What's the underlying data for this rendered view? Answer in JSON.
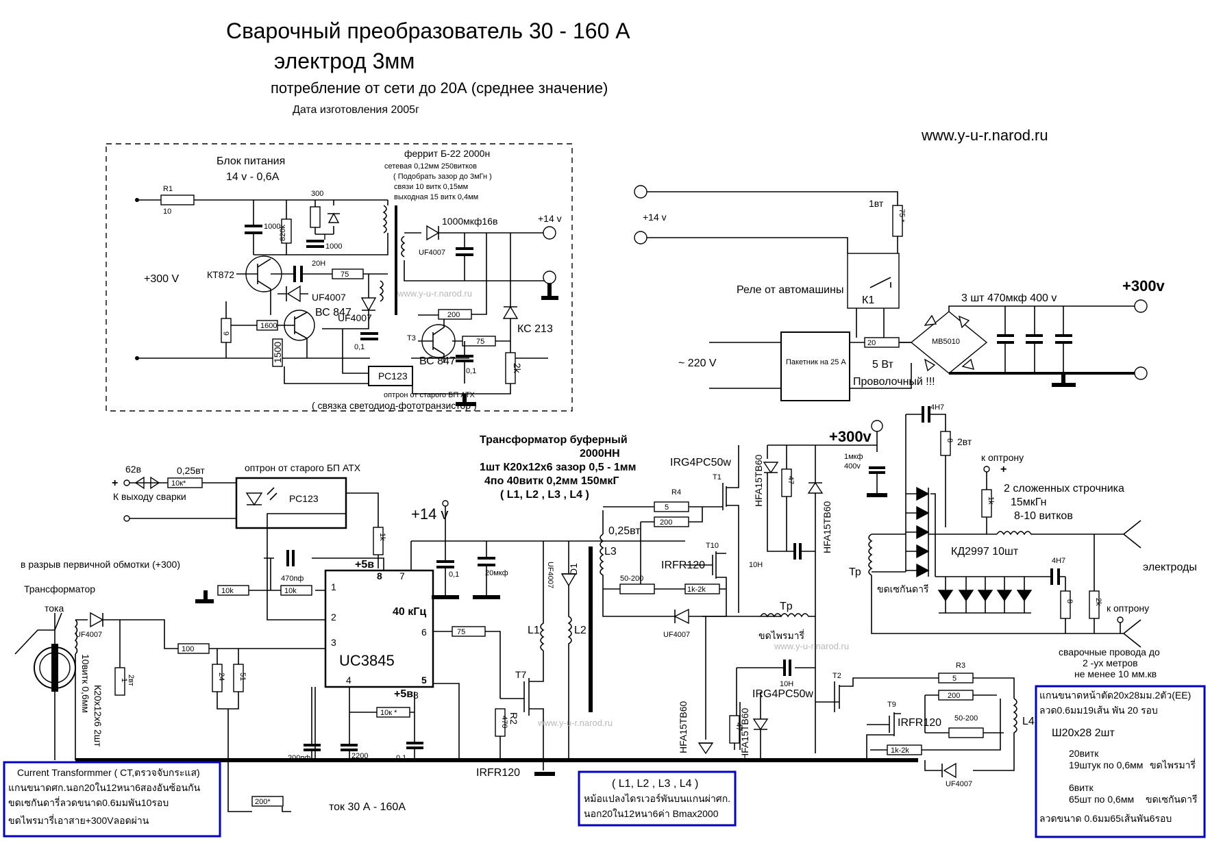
{
  "title": {
    "line1": "Сварочный преобразователь 30 - 160 А",
    "line2": "электрод 3мм",
    "line3": "потребление от сети до 20А (среднее значение)",
    "line4": "Дата изготовления  2005г"
  },
  "website": "www.y-u-r.narod.ru",
  "watermark": "www.y-u-r.narod.ru",
  "psu": {
    "title": "Блок питания",
    "rating": "14 v - 0,6А",
    "ferrite_notes": [
      "феррит  Б-22  2000н",
      "сетевая  0,12мм 250витков",
      "( Подобрать зазор до 3мГн )",
      "связи 10 витк 0,15мм",
      "выходная 15 витк 0,4мм"
    ],
    "cap_out": "1000мкф16в",
    "plus14": "+14 v",
    "plus300": "+300  V",
    "optocoupler_note": "оптрон от старого БП  АТХ",
    "optocoupler_note2": "( связка светодиод-фототранзистор )",
    "labels": {
      "r1": "R1",
      "r1v": "10",
      "c1000": "1000",
      "r820k": "820k",
      "r300": "300",
      "c1000b": "1000",
      "kt872": "КТ872",
      "c20h": "20H",
      "r75": "75",
      "uf1": "UF4007",
      "uf2": "UF4007",
      "bc847": "ВС 847",
      "r1600": "1600",
      "r6": "6",
      "r1500": "1500",
      "c01": "0,1",
      "pc123": "РС123",
      "uf3": "UF4007",
      "t3": "T3",
      "r200": "200",
      "r75b": "75",
      "ks213": "КС 213",
      "bc847b": "ВС 847",
      "c01b": "0,1",
      "r2k": "2k"
    }
  },
  "mains": {
    "v220": "~ 220 V",
    "plus14": "+14 v",
    "relay_note": "Реле от автомашины",
    "k1": "К1",
    "breaker": "Пакетник на 25 А",
    "r20": "20",
    "r20_note1": "5 Вт",
    "r20_note2": "Проволочный !!!",
    "r75": "75 *",
    "r1vt": "1вт",
    "bridge": "MB5010",
    "caps": "3 шт   470мкф 400 v",
    "plus300": "+300v"
  },
  "control": {
    "buffer_tr_title": "Трансформатор буферный",
    "buffer_tr_lines": [
      "2000НН",
      "1шт К20х12х6 зазор 0,5 - 1мм",
      "4по 40витк 0,2мм 150мкГ",
      "( L1, L2 , L3 , L4 )"
    ],
    "opto_note": "оптрон от старого БП  АТХ",
    "opto_chip": "РС123",
    "to_weld_out": "К выходу сварки",
    "zener62": "62в",
    "r10k": "10к*",
    "r025": "0,25вт",
    "plus": "+",
    "primary_break": "в разрыв первичной обмотки (+300)",
    "ct_title": "Трансформатор",
    "ct_title2": "тока",
    "ct_spec": [
      "К20х12х6  2шт",
      "10витк 0,6мм"
    ],
    "uf_ct": "UF4007",
    "r1_2vt": "1",
    "r2vt": "2вт",
    "r100": "100",
    "r24": "24",
    "r51": "51",
    "r1k": "1k",
    "r10k_a": "10k",
    "r10k_b": "10k",
    "c470": "470пф",
    "chip": "UC3845",
    "freq": "40 кГц",
    "pin_plus5": "+5в",
    "pin_plus5b": "+5в",
    "pins": {
      "p1": "1",
      "p2": "2",
      "p3": "3",
      "p4": "4",
      "p5": "5",
      "p6": "6",
      "p7": "7",
      "p8": "8",
      "p8b": "8"
    },
    "r10k_star": "10к *",
    "c200p": "200пф",
    "c2200": "2200",
    "c01": "0,1",
    "r200star": "200*",
    "current_range": "ток 30 А - 160А",
    "plus14": "+14 v",
    "c01b": "0,1",
    "c20mkf": "20мкф",
    "r75": "75",
    "t7": "T7",
    "r2": "R2",
    "r470": "470",
    "irfr120": "IRFR120",
    "uf_d1": "UF4007",
    "d1": "D1",
    "l1": "L1",
    "l2": "L2"
  },
  "power": {
    "plus300": "+300v",
    "c1mkf": "1мкф",
    "c400v": "400v",
    "irg_top": "IRG4PC50w",
    "t1": "T1",
    "r4": "R4",
    "r5": "5",
    "r200": "200",
    "r025vt": "0,25вт",
    "l3": "L3",
    "r50_200": "50-200",
    "t10": "T10",
    "irfr_t10": "IRFR120",
    "r1k2k": "1k-2k",
    "uf_mid": "UF4007",
    "hfa1": "HFA15TB60",
    "r47": "47",
    "c10h": "10H",
    "hfa2": "HFA15TB60",
    "tr": "Tр",
    "tr_note": "ขดไพรมารี่",
    "c10h_b": "10H",
    "irg_bot": "IRG4PC50w",
    "t2": "T2",
    "r3": "R3",
    "r5b": "5",
    "r200b": "200",
    "t9": "T9",
    "irfr_t9": "IRFR120",
    "r50_200b": "50-200",
    "r1k2kb": "1k-2k",
    "l4": "L4",
    "uf_bot": "UF4007",
    "hfa3": "HFA15TB60",
    "r47b": "47",
    "hfa4": "HFA15TB60"
  },
  "output": {
    "c4h7": "4H7",
    "r8": "8",
    "r2vt": "2вт",
    "to_opto_plus": "к оптрону",
    "plus": "+",
    "r1k": "1k",
    "inductor_note": [
      "2 сложенных строчника",
      "15мкГн",
      "8-10 витков"
    ],
    "kd2997": "КД2997 10шт",
    "tp": "Тр",
    "secondary": "ขดเซกันดารี",
    "c4h7b": "4H7",
    "r8b": "8",
    "r2k": "2k",
    "electrodes": "электроды",
    "to_opto2": "к оптрону",
    "cables": [
      "сварочные провода до",
      "2 -ух метров",
      "не менее  10 мм.кв"
    ]
  },
  "notes": {
    "ct_box": [
      "Current Transformmer ( CT,ตรวจจับกระแส)",
      "แกนขนาดศก.นอก20ใน12หนา6สองอันซ้อนกัน",
      "ขดเซกันดารี่ลวดขนาด0.6มมพัน10รอบ",
      "ขดไพรมารี่เอาสาย+300Vลอดผ่าน"
    ],
    "l_box": [
      "( L1, L2 , L3 , L4 )",
      "หม้อแปลงไดรเวอร์พันบนแกนผ่าศก.",
      "นอก20ใน12หนา6ค่า Bmax2000"
    ],
    "tr_box": [
      "แกนขนาดหน้าตัด20x28มม.2ตัว(EE)",
      "ลวด0.6มม19เส้น พัน 20 รอบ",
      "Ш20х28    2шт",
      "20витк",
      "19штук по 0,6мм",
      "ขดไพรมารี่",
      "6витк",
      "65шт по 0,6мм",
      "ขดเซกันดารี",
      "ลวดขนาด  0.6มม65เส้นพัน6รอบ"
    ]
  }
}
